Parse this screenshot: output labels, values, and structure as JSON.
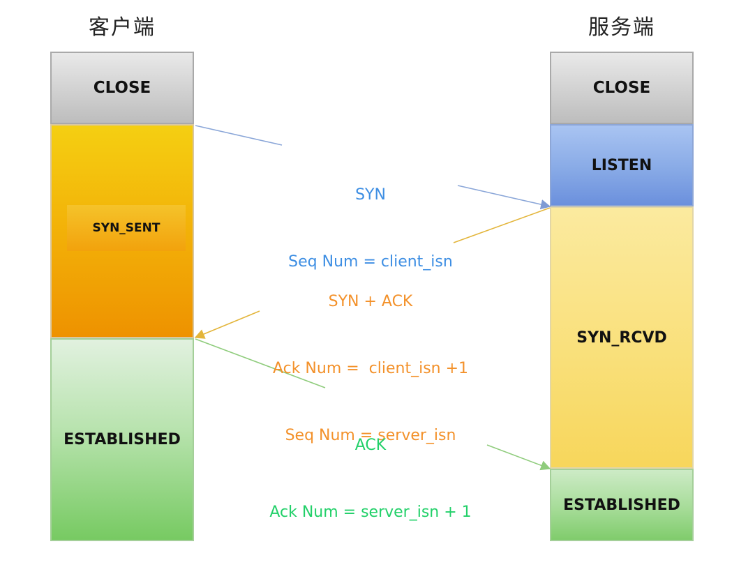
{
  "client": {
    "title": "客户端",
    "states": {
      "close": "CLOSE",
      "syn_sent": "SYN_SENT",
      "established": "ESTABLISHED"
    }
  },
  "server": {
    "title": "服务端",
    "states": {
      "close": "CLOSE",
      "listen": "LISTEN",
      "syn_rcvd": "SYN_RCVD",
      "established": "ESTABLISHED"
    }
  },
  "messages": {
    "syn": {
      "line1": "SYN",
      "line2": "Seq Num = client_isn",
      "color": "#3d8ee3"
    },
    "syn_ack": {
      "line1": "SYN + ACK",
      "line2": "Ack Num =  client_isn +1",
      "line3": "Seq Num = server_isn",
      "color": "#f3912a"
    },
    "ack": {
      "line1": "ACK",
      "line2": "Ack Num = server_isn + 1",
      "color": "#22d069"
    }
  }
}
